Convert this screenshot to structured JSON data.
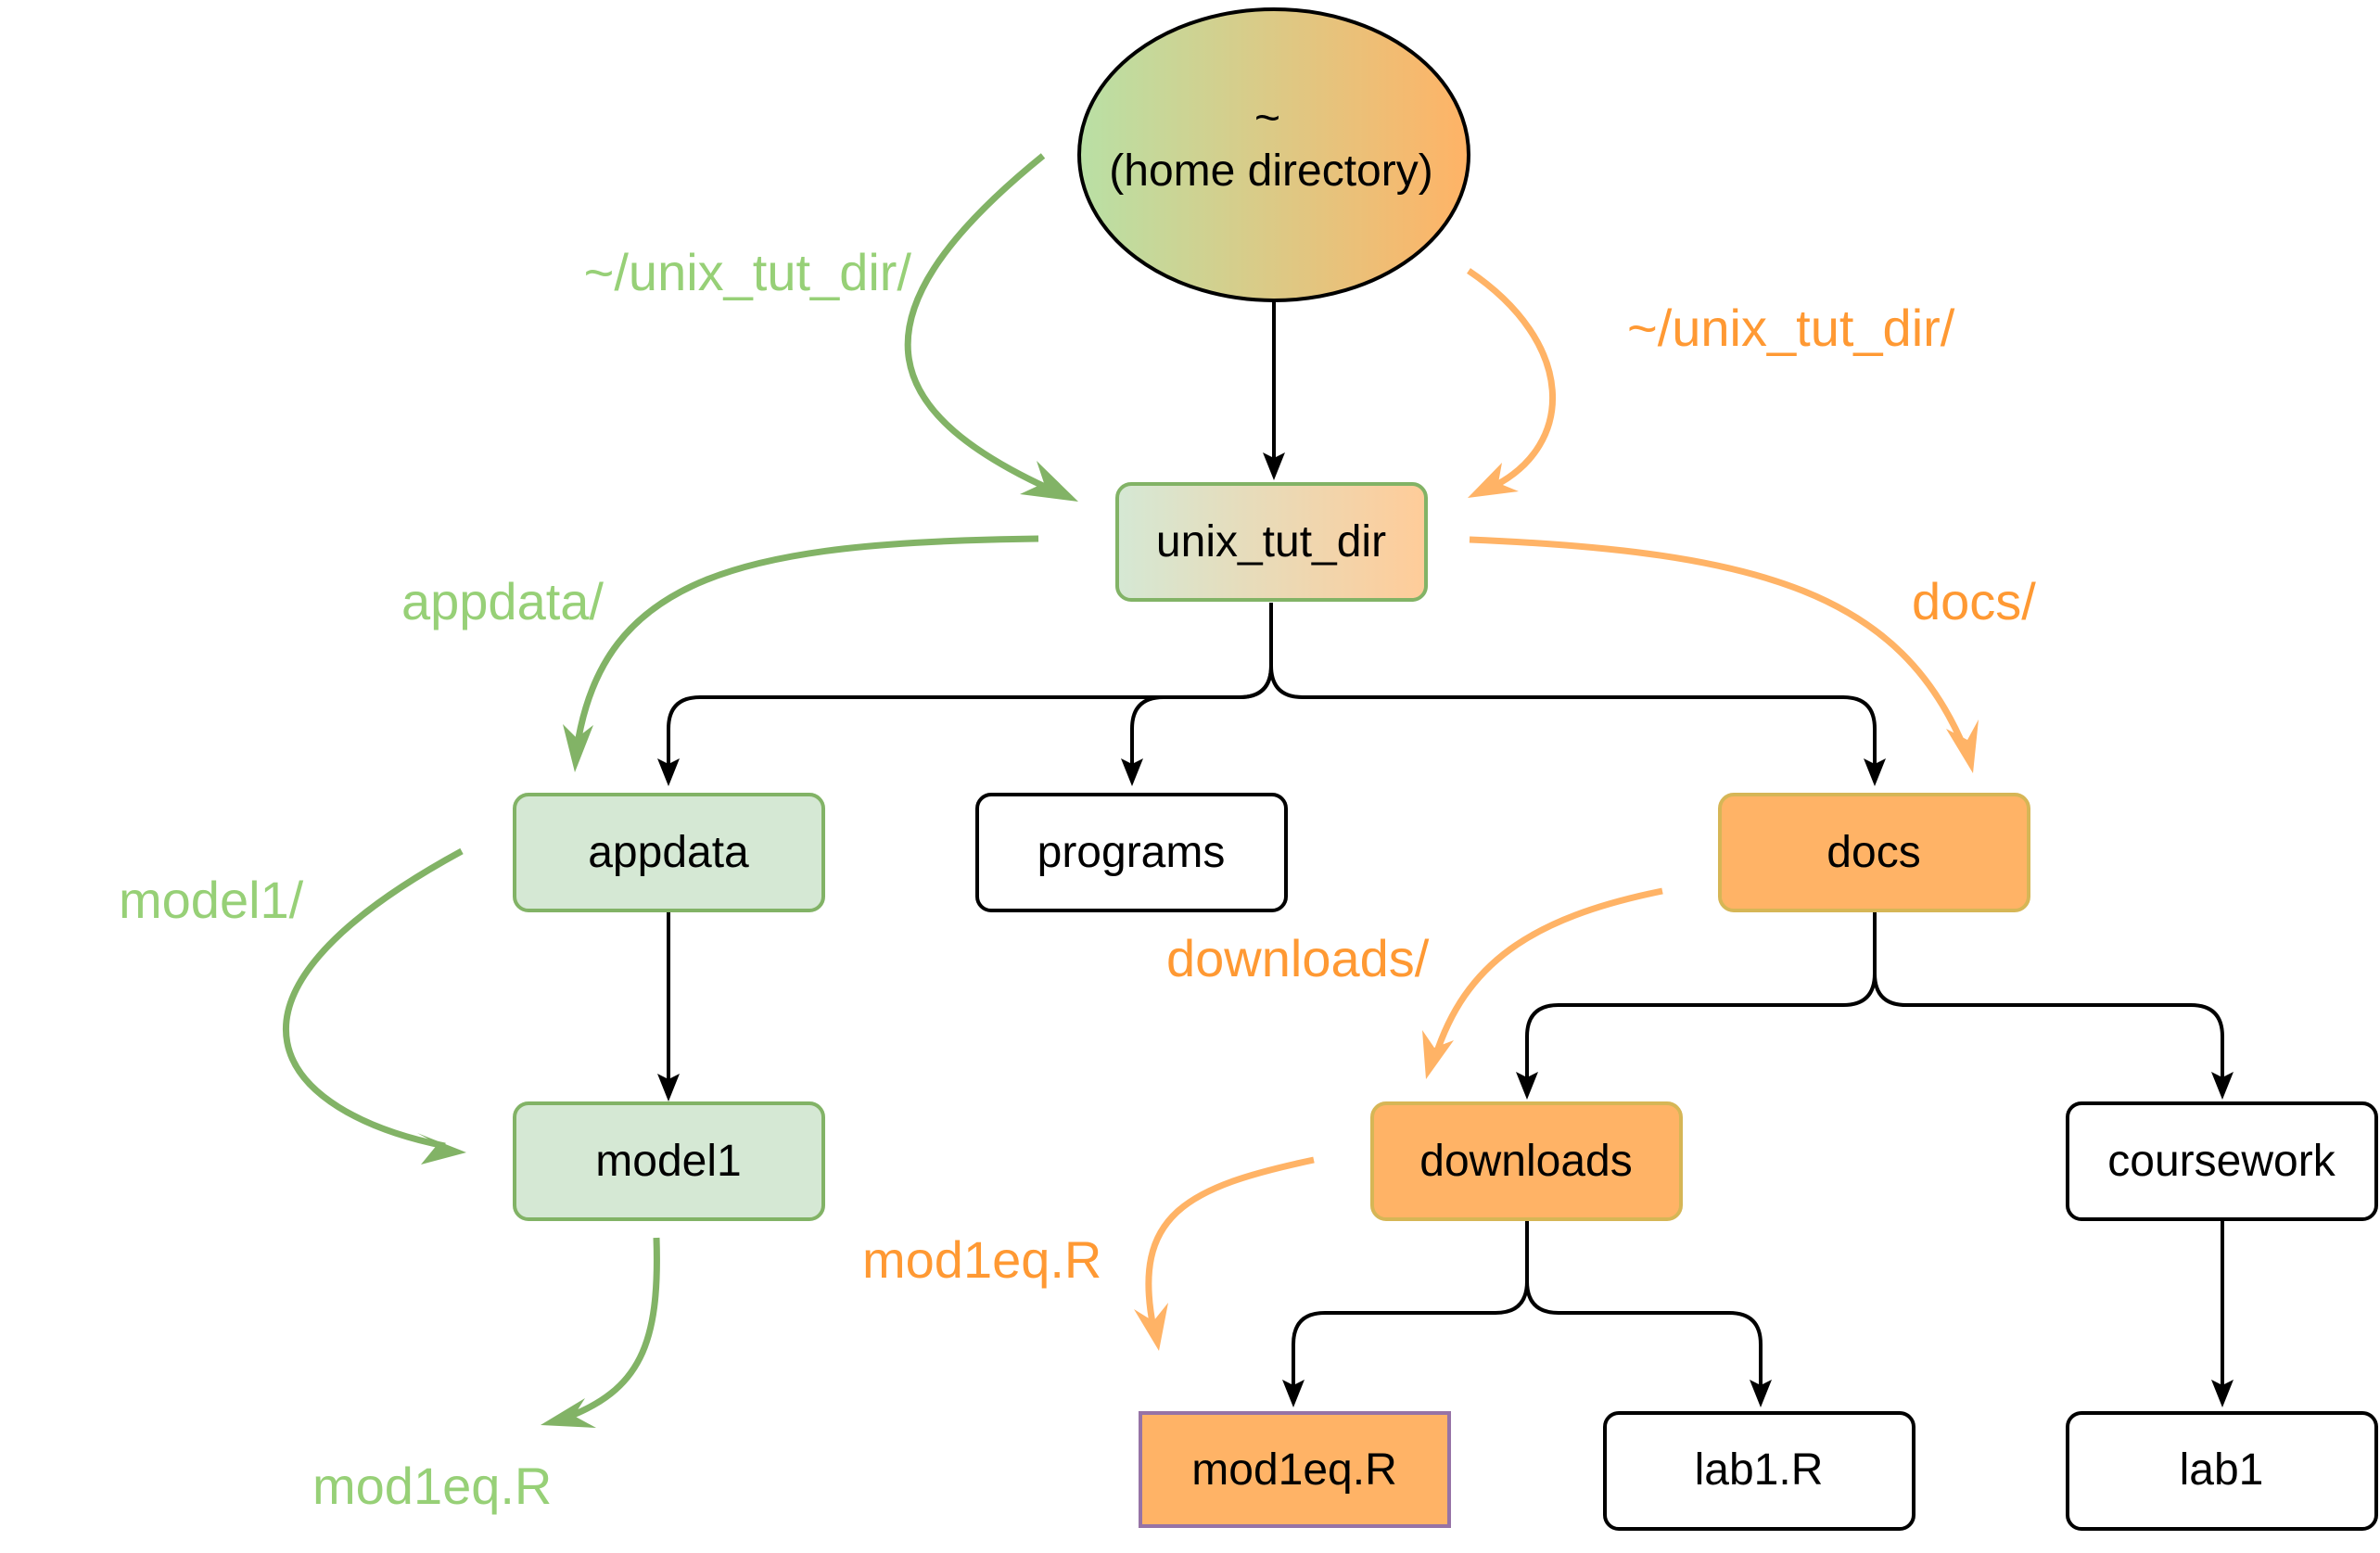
{
  "colors": {
    "green_path": "#82b366",
    "green_label": "#97d077",
    "orange_path": "#ffb366",
    "orange_label": "#ff9933",
    "green_fill": "#d5e8d4",
    "orange_fill": "#ffb366",
    "orange_stroke": "#d6b656",
    "selected_file_stroke": "#9673a6"
  },
  "nodes": {
    "home": {
      "tilde": "~",
      "label": "(home directory)"
    },
    "unix_tut_dir": "unix_tut_dir",
    "appdata": "appdata",
    "programs": "programs",
    "docs": "docs",
    "model1": "model1",
    "downloads": "downloads",
    "coursework": "coursework",
    "mod1eq_file": "mod1eq.R",
    "lab1_r": "lab1.R",
    "lab1": "lab1"
  },
  "green_path_labels": {
    "unix_tut_dir": "~/unix_tut_dir/",
    "appdata": "appdata/",
    "model1": "model1/",
    "mod1eq": "mod1eq.R"
  },
  "orange_path_labels": {
    "unix_tut_dir": "~/unix_tut_dir/",
    "docs": "docs/",
    "downloads": "downloads/",
    "mod1eq": "mod1eq.R"
  }
}
